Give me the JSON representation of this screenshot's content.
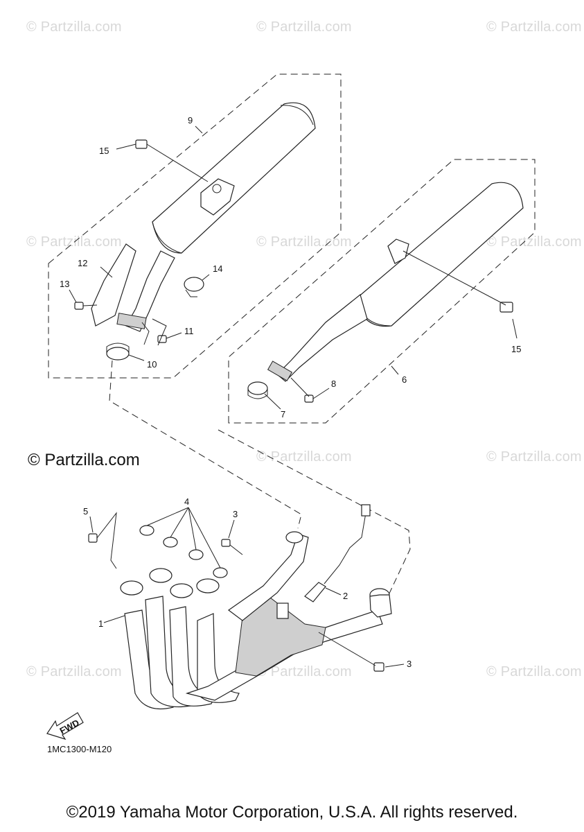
{
  "watermark": "© Partzilla.com",
  "brand": "© Partzilla.com",
  "diagram_code": "1MC1300-M120",
  "copyright": "©2019 Yamaha Motor Corporation, U.S.A. All rights reserved.",
  "fwd_label": "FWD",
  "callouts": {
    "c1": "1",
    "c2": "2",
    "c3a": "3",
    "c3b": "3",
    "c4": "4",
    "c5": "5",
    "c6": "6",
    "c7": "7",
    "c8": "8",
    "c9": "9",
    "c10": "10",
    "c11": "11",
    "c12": "12",
    "c13": "13",
    "c14": "14",
    "c15a": "15",
    "c15b": "15"
  }
}
